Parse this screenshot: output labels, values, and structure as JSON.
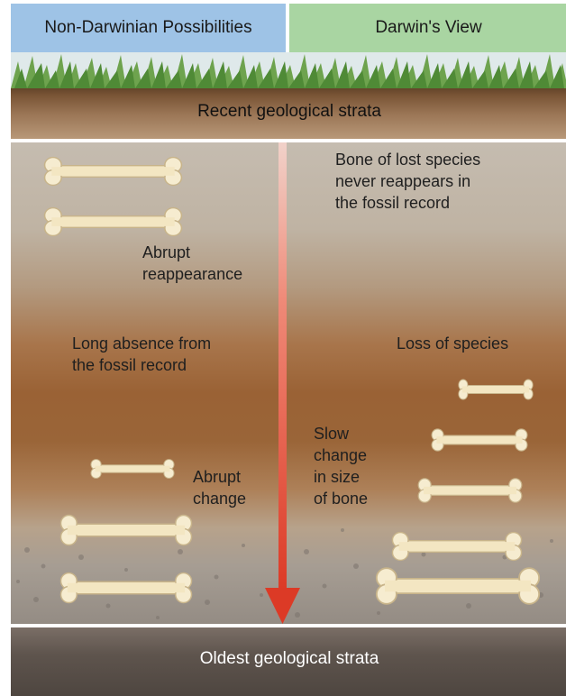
{
  "headers": {
    "left": "Non-Darwinian Possibilities",
    "right": "Darwin's View"
  },
  "strata": {
    "recent": "Recent geological strata",
    "oldest": "Oldest geological strata"
  },
  "annotations": {
    "abrupt_reappearance": [
      "Abrupt",
      "reappearance"
    ],
    "long_absence": [
      "Long absence from",
      "the fossil record"
    ],
    "abrupt_change": [
      "Abrupt",
      "change"
    ],
    "bone_never_reappears": [
      "Bone of lost species",
      "never reappears in",
      "the fossil record"
    ],
    "loss_of_species": [
      "Loss of species"
    ],
    "slow_change": [
      "Slow",
      "change",
      "in size",
      "of bone"
    ]
  },
  "colors": {
    "left_header": "#9ec3e6",
    "right_header": "#a9d5a2",
    "arrow": "#e0392b",
    "bone": "#f3e6c2"
  },
  "icons": [
    "bone-icon",
    "time-arrow-icon",
    "grass-icon"
  ]
}
